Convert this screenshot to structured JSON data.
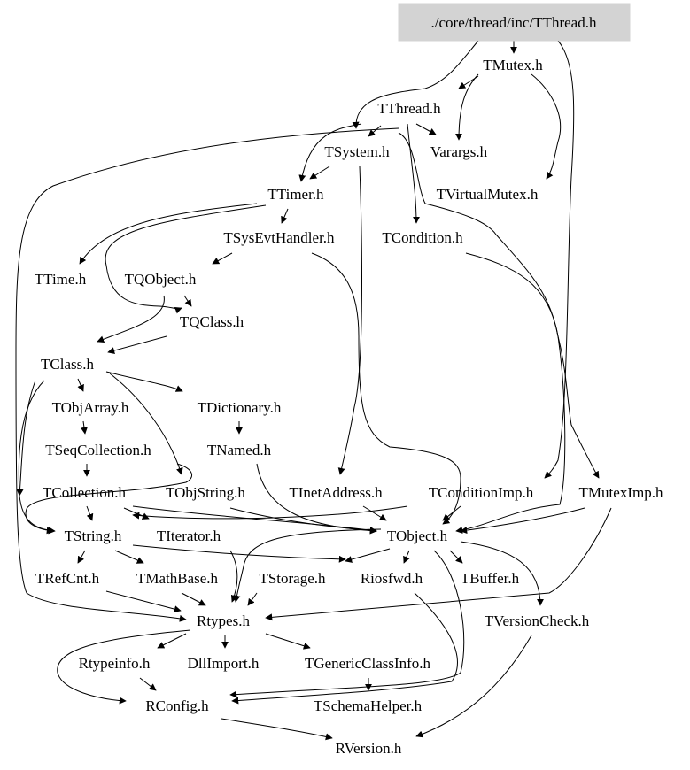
{
  "root": {
    "label": "./core/thread/inc/TThread.h",
    "fill": "#d3d3d3"
  },
  "nodes": {
    "tmutex": "TMutex.h",
    "tthread": "TThread.h",
    "tsystem": "TSystem.h",
    "varargs": "Varargs.h",
    "tvirtualmutex": "TVirtualMutex.h",
    "ttimer": "TTimer.h",
    "tsysevthandler": "TSysEvtHandler.h",
    "tcondition": "TCondition.h",
    "ttime": "TTime.h",
    "tqobject": "TQObject.h",
    "tqclass": "TQClass.h",
    "tclass": "TClass.h",
    "tobjarray": "TObjArray.h",
    "tdictionary": "TDictionary.h",
    "tseqcollection": "TSeqCollection.h",
    "tnamed": "TNamed.h",
    "tcollection": "TCollection.h",
    "tobjstring": "TObjString.h",
    "tinetaddress": "TInetAddress.h",
    "tconditionimp": "TConditionImp.h",
    "tmuteximp": "TMutexImp.h",
    "tstring": "TString.h",
    "titerator": "TIterator.h",
    "tobject": "TObject.h",
    "trefcnt": "TRefCnt.h",
    "tmathbase": "TMathBase.h",
    "tstorage": "TStorage.h",
    "riosfwd": "Riosfwd.h",
    "tbuffer": "TBuffer.h",
    "rtypes": "Rtypes.h",
    "tversioncheck": "TVersionCheck.h",
    "rtypeinfo": "Rtypeinfo.h",
    "dllimport": "DllImport.h",
    "tgenericclassinfo": "TGenericClassInfo.h",
    "rconfig": "RConfig.h",
    "tschemahelper": "TSchemaHelper.h",
    "rversion": "RVersion.h"
  }
}
